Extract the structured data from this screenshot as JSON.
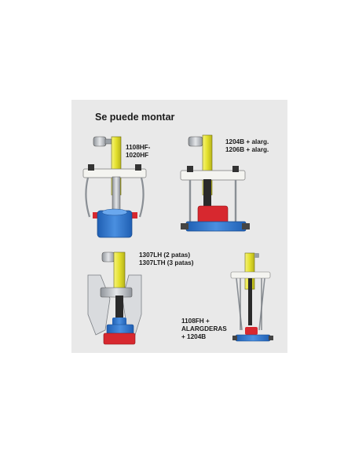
{
  "heading": "Se puede montar",
  "configs": [
    {
      "id": "1108hf",
      "lines": [
        "1108HF-",
        "1020HF"
      ]
    },
    {
      "id": "1204b",
      "lines": [
        "1204B + alarg.",
        "1206B + alarg."
      ]
    },
    {
      "id": "1307lh",
      "lines": [
        "1307LH (2 patas)",
        "1307LTH (3 patas)"
      ]
    },
    {
      "id": "1108fh",
      "lines": [
        "1108FH +",
        "ALARGDERAS",
        "+ 1204B"
      ]
    }
  ],
  "colors": {
    "panel": "#e9e9e9",
    "cylinder": "#e8e534",
    "plate": "#3c7fd0",
    "red": "#d7282f",
    "metal": "#c9ccd0",
    "bar": "#f2f2ec"
  }
}
